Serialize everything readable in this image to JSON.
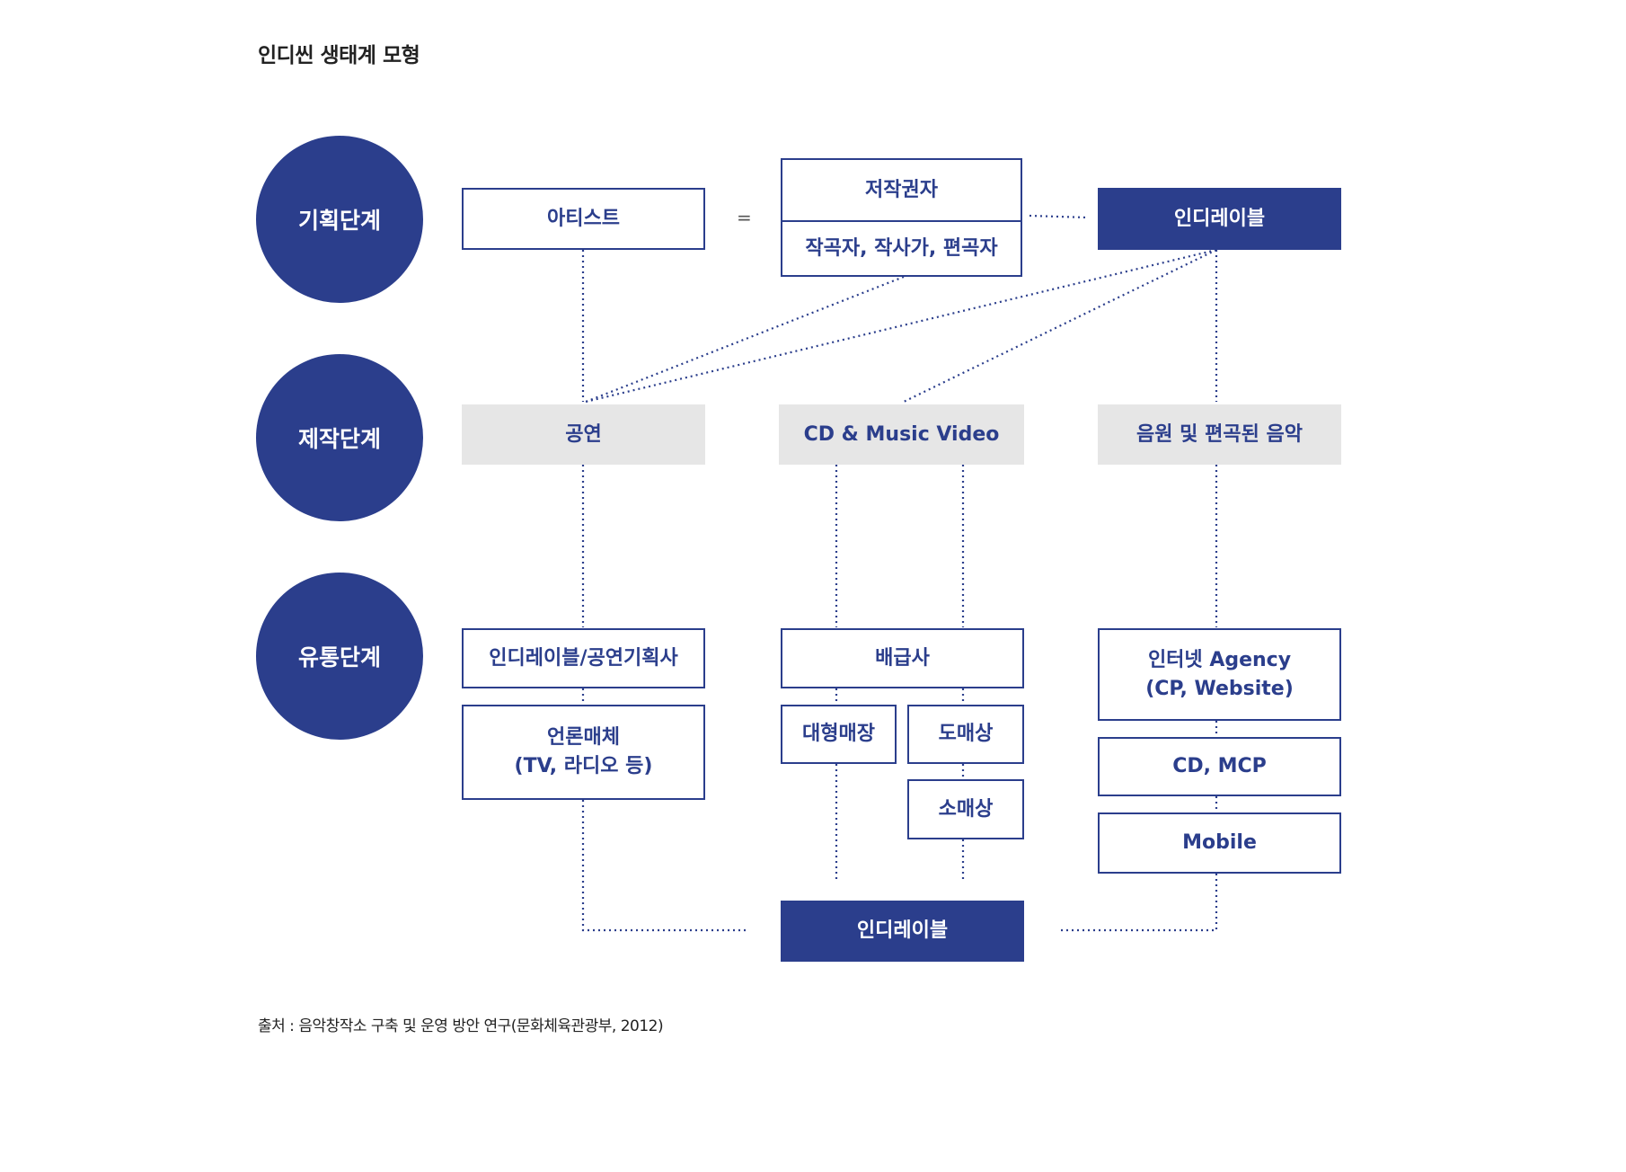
{
  "title": "인디씬 생태계 모형",
  "stages": [
    "기획단계",
    "제작단계",
    "유통단계"
  ],
  "planning": {
    "artist": "아티스트",
    "equals": "=",
    "rights_holder": "저작권자",
    "creators": "작곡자, 작사가, 편곡자",
    "indie_label": "인디레이블"
  },
  "production": {
    "performance": "공연",
    "cd_video": "CD & Music Video",
    "digital_music": "음원 및 편곡된 음악"
  },
  "distribution": {
    "label_promoter": "인디레이블/공연기획사",
    "media": "언론매체\n(TV, 라디오 등)",
    "distributor": "배급사",
    "large_store": "대형매장",
    "wholesale": "도매상",
    "retail": "소매상",
    "internet_agency": "인터넷 Agency\n(CP, Website)",
    "cd_mcp": "CD, MCP",
    "mobile": "Mobile",
    "final_label": "인디레이블"
  },
  "source": "출처 : 음악창작소 구축 및 운영 방안 연구(문화체육관광부, 2012)",
  "colors": {
    "navy": "#2b3e8c",
    "gray": "#e6e6e6"
  }
}
